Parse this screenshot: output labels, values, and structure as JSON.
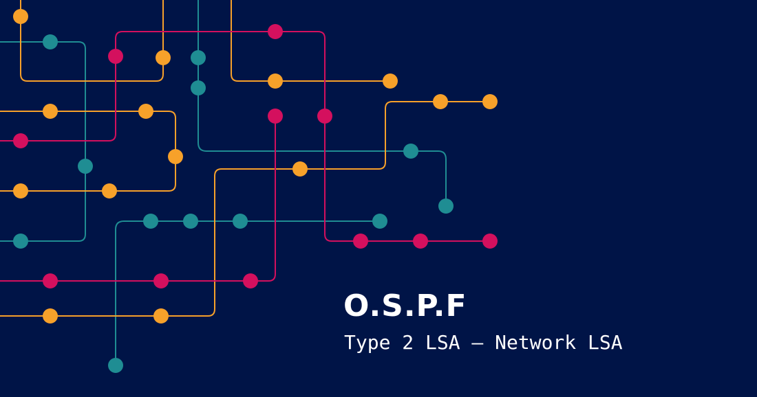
{
  "banner": {
    "title": "O.S.P.F",
    "subtitle": "Type 2 LSA – Network LSA"
  },
  "colors": {
    "background": "#001447",
    "orange": "#F7A12A",
    "magenta": "#D4105E",
    "teal": "#1F8D93",
    "text": "#FFFFFF"
  },
  "decoration": {
    "name": "circuit-lines",
    "line_colors": [
      "orange",
      "magenta",
      "teal"
    ]
  }
}
